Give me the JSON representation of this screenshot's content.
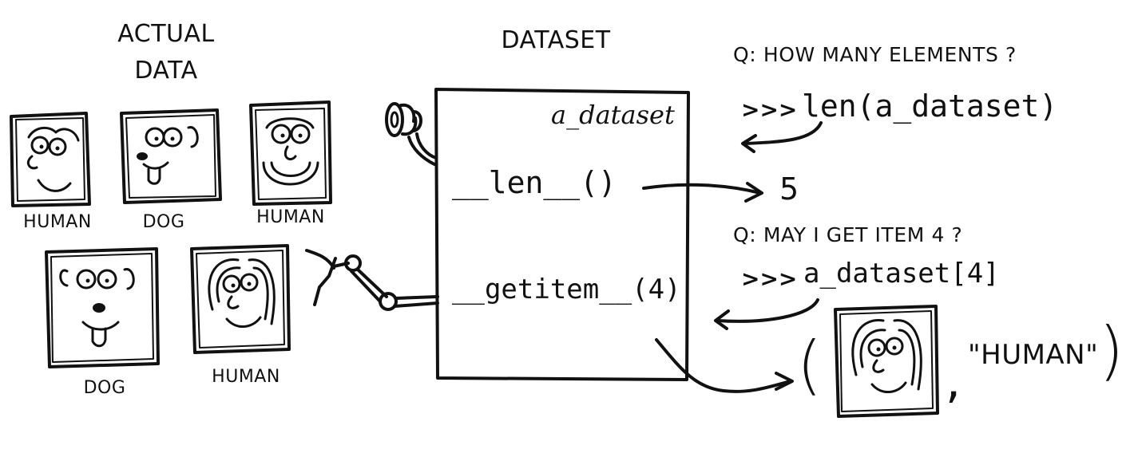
{
  "headers": {
    "actual_data_line1": "ACTUAL",
    "actual_data_line2": "DATA",
    "dataset": "DATASET"
  },
  "samples": [
    {
      "label": "HUMAN"
    },
    {
      "label": "DOG"
    },
    {
      "label": "HUMAN"
    },
    {
      "label": "DOG"
    },
    {
      "label": "HUMAN"
    }
  ],
  "dataset_box": {
    "instance_name": "a_dataset",
    "len_method": "__len__()",
    "getitem_method": "__getitem__(4)"
  },
  "question_len": {
    "question": "Q: HOW MANY ELEMENTS ?",
    "prompt": ">>>",
    "code": "len(a_dataset)",
    "answer": "5"
  },
  "question_item": {
    "question": "Q: MAY I GET ITEM 4 ?",
    "prompt": ">>>",
    "code": "a_dataset[4]"
  },
  "result_tuple": {
    "open_paren": "(",
    "comma": ",",
    "label": "\"HUMAN\"",
    "close_paren": ")"
  },
  "colors": {
    "ink": "#111111",
    "background": "#ffffff"
  }
}
